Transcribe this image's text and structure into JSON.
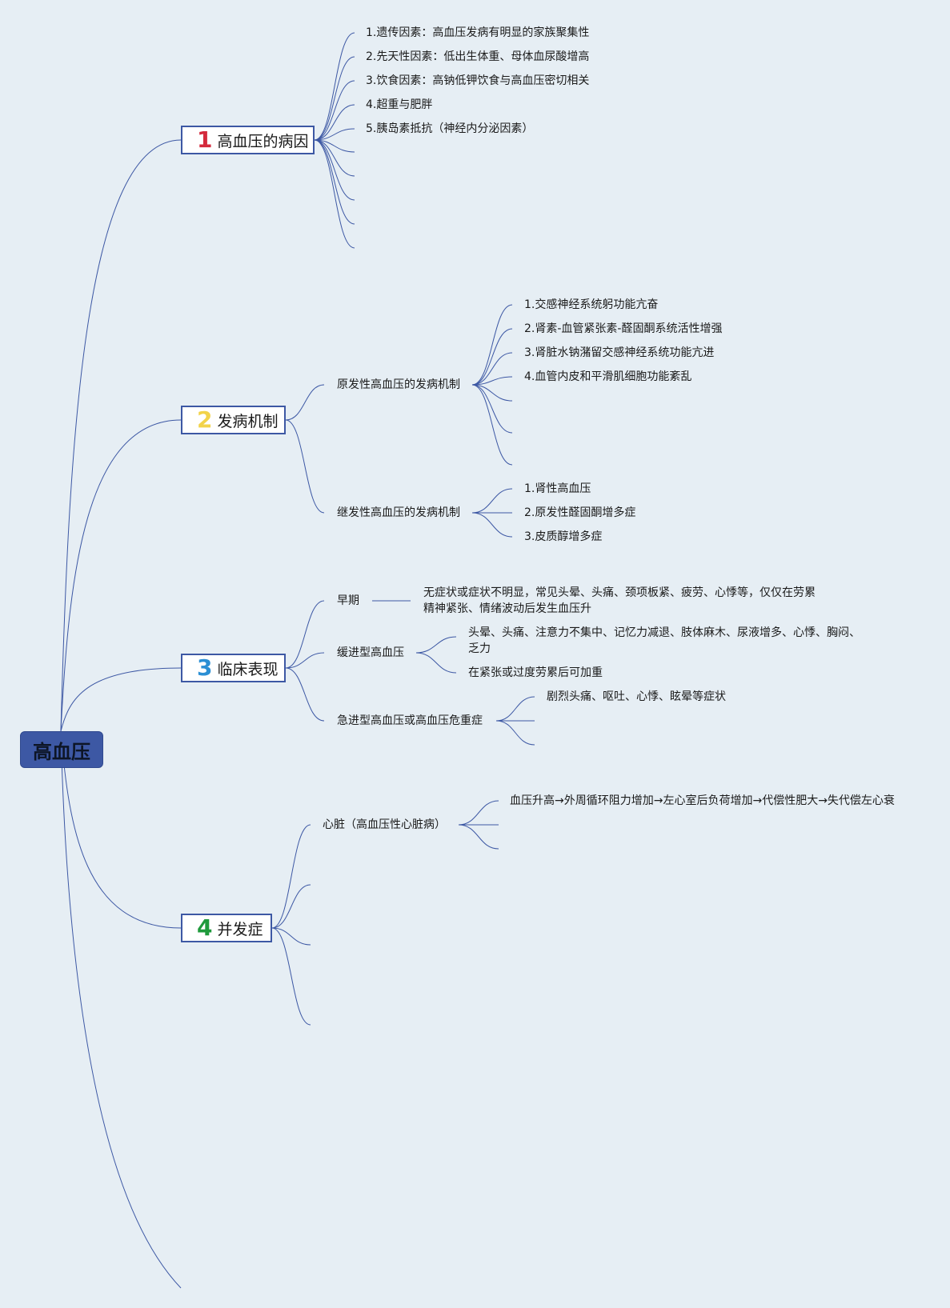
{
  "root": {
    "label": "高血压"
  },
  "topics": [
    {
      "number": "1",
      "number_color": "#d42a3c",
      "label": "高血压的病因"
    },
    {
      "number": "2",
      "number_color": "#f2d34a",
      "label": "发病机制"
    },
    {
      "number": "3",
      "number_color": "#2b8fd4",
      "label": "临床表现"
    },
    {
      "number": "4",
      "number_color": "#1f9a3c",
      "label": "并发症"
    }
  ],
  "causes": [
    "1.遗传因素：高血压发病有明显的家族聚集性",
    "2.先天性因素：低出生体重、母体血尿酸增高",
    "3.饮食因素：高钠低钾饮食与高血压密切相关",
    "4.超重与肥胖",
    "5.胰岛素抵抗（神经内分泌因素）"
  ],
  "mechanism": {
    "primary": {
      "label": "原发性高血压的发病机制",
      "items": [
        "1.交感神经系统躬功能亢奋",
        "2.肾素-血管紧张素-醛固酮系统活性增强",
        "3.肾脏水钠潴留交感神经系统功能亢进",
        "4.血管内皮和平滑肌细胞功能紊乱"
      ]
    },
    "secondary": {
      "label": "继发性高血压的发病机制",
      "items": [
        "1.肾性高血压",
        "2.原发性醛固酮增多症",
        "3.皮质醇增多症"
      ]
    }
  },
  "clinical": {
    "early": {
      "label": "早期",
      "text": "无症状或症状不明显，常见头晕、头痛、颈项板紧、疲劳、心悸等，仅仅在劳累精神紧张、情绪波动后发生血压升"
    },
    "slow": {
      "label": "缓进型高血压",
      "items": [
        "头晕、头痛、注意力不集中、记忆力减退、肢体麻木、尿液增多、心悸、胸闷、乏力",
        "在紧张或过度劳累后可加重"
      ]
    },
    "acute": {
      "label": "急进型高血压或高血压危重症",
      "items": [
        "剧烈头痛、呕吐、心悸、眩晕等症状"
      ]
    }
  },
  "complications": {
    "heart": {
      "label": "心脏（高血压性心脏病）",
      "items": [
        "血压升高→外周循环阻力增加→左心室后负荷增加→代偿性肥大→失代偿左心衰"
      ]
    }
  },
  "colors": {
    "line": "#3d58a4",
    "root_bg": "#3d58a4",
    "background": "#e6eef4"
  }
}
